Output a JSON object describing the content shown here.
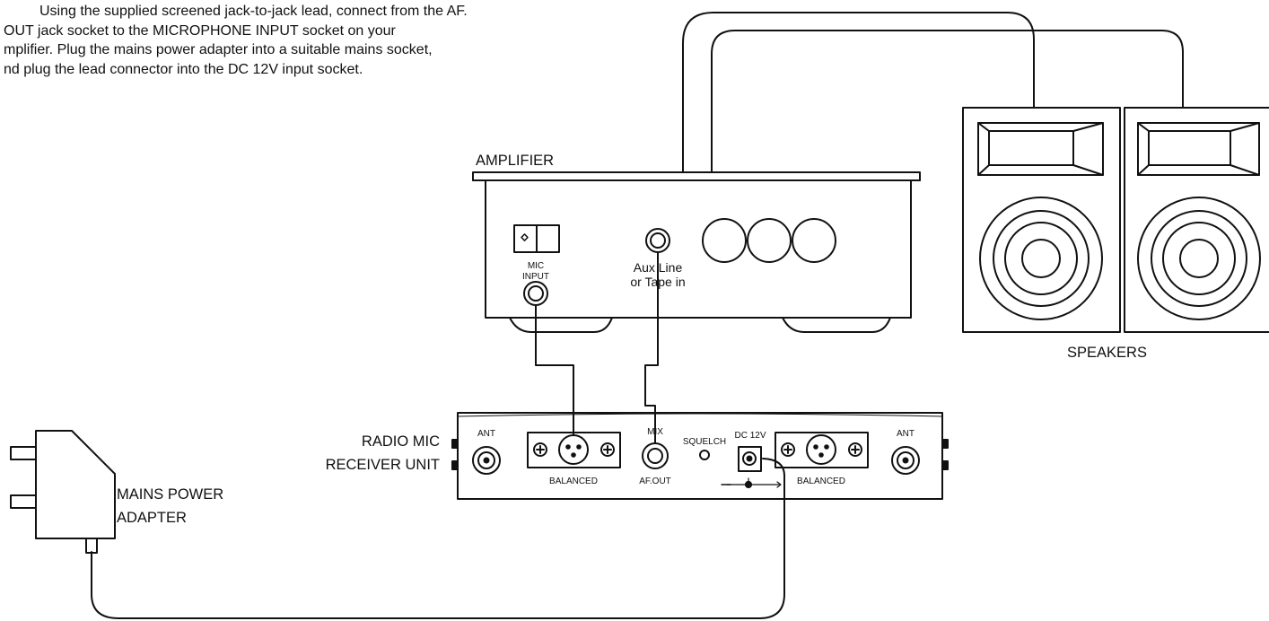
{
  "instructions": {
    "lines": [
      "Using the supplied screened jack-to-jack lead, connect from the AF.",
      "OUT jack socket to the MICROPHONE INPUT socket on your",
      "mplifier. Plug the mains power adapter into a suitable mains socket,",
      "nd plug the lead connector into the DC 12V input socket."
    ]
  },
  "labels": {
    "amplifier": "AMPLIFIER",
    "speakers": "SPEAKERS",
    "receiver_line1": "RADIO MIC",
    "receiver_line2": "RECEIVER UNIT",
    "adapter_line1": "MAINS POWER",
    "adapter_line2": "ADAPTER"
  },
  "amplifier_panel": {
    "mic_input_line1": "MIC",
    "mic_input_line2": "INPUT",
    "aux_line1": "Aux Line",
    "aux_line2": "or Tape in"
  },
  "receiver_panel": {
    "ant_left": "ANT",
    "ant_right": "ANT",
    "balanced_left": "BALANCED",
    "balanced_right": "BALANCED",
    "mix": "MIX",
    "af_out": "AF.OUT",
    "squelch": "SQUELCH",
    "dc": "DC 12V"
  }
}
